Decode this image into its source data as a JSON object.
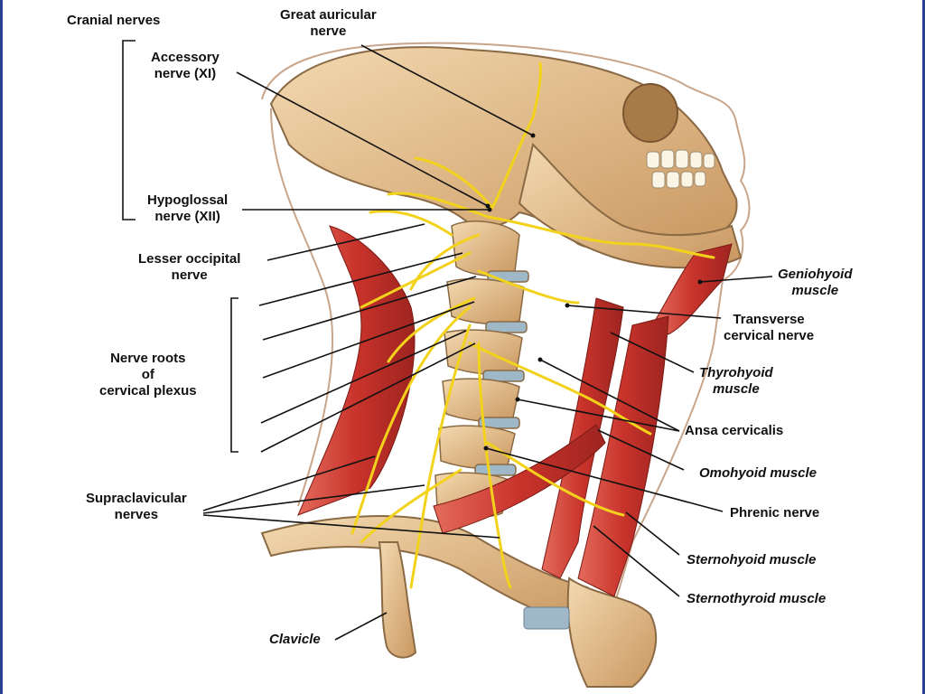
{
  "labels": {
    "cranial_nerves": "Cranial nerves",
    "great_auricular": "Great auricular\nnerve",
    "accessory": "Accessory\nnerve (XI)",
    "hypoglossal": "Hypoglossal\nnerve (XII)",
    "lesser_occipital": "Lesser occipital\nnerve",
    "nerve_roots": "Nerve roots\nof\ncervical plexus",
    "supraclavicular": "Supraclavicular\nnerves",
    "clavicle": "Clavicle",
    "geniohyoid": "Geniohyoid\nmuscle",
    "transverse_cervical": "Transverse\ncervical nerve",
    "thyrohyoid": "Thyrohyoid\nmuscle",
    "ansa_cervicalis": "Ansa cervicalis",
    "omohyoid": "Omohyoid muscle",
    "phrenic": "Phrenic nerve",
    "sternohyoid": "Sternohyoid muscle",
    "sternothyroid": "Sternothyroid muscle"
  },
  "colors": {
    "bone": "#e9c79a",
    "bone_shadow": "#b98a55",
    "muscle": "#c8332b",
    "muscle_light": "#e06a5c",
    "nerve": "#f2d21b",
    "cartilage": "#9fb8c8",
    "leader": "#111111"
  }
}
